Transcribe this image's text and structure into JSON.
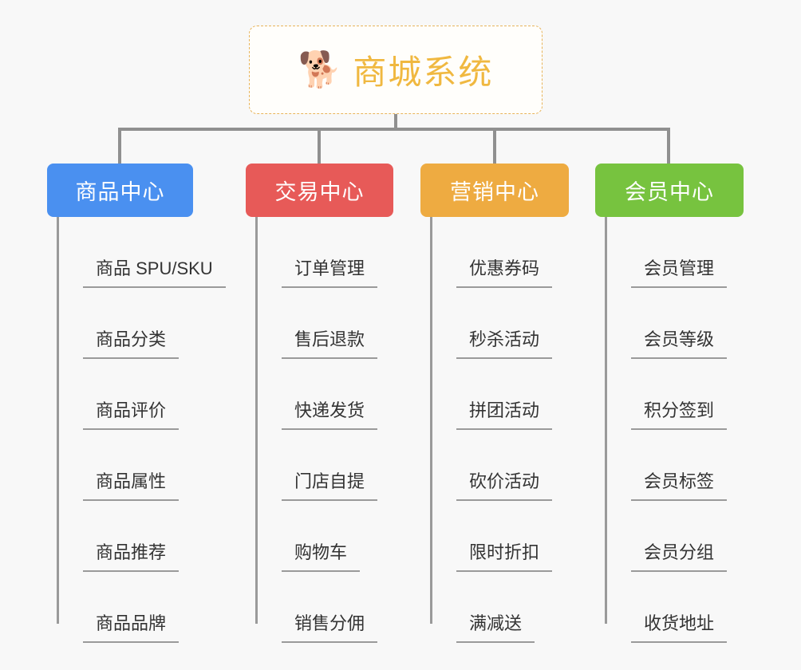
{
  "background_color": "#f8f8f8",
  "root": {
    "icon": "shiba-dog-emoji",
    "icon_glyph": "🐕",
    "title": "商城系统",
    "title_color": "#f0b840",
    "border_color": "#e8b45a"
  },
  "connector_color": "#909090",
  "columns": [
    {
      "id": "product-center",
      "label": "商品中心",
      "color": "#4a90f0",
      "items": [
        "商品 SPU/SKU",
        "商品分类",
        "商品评价",
        "商品属性",
        "商品推荐",
        "商品品牌"
      ]
    },
    {
      "id": "trade-center",
      "label": "交易中心",
      "color": "#e75a58",
      "items": [
        "订单管理",
        "售后退款",
        "快递发货",
        "门店自提",
        "购物车",
        "销售分佣"
      ]
    },
    {
      "id": "marketing-center",
      "label": "营销中心",
      "color": "#eeab41",
      "items": [
        "优惠券码",
        "秒杀活动",
        "拼团活动",
        "砍价活动",
        "限时折扣",
        "满减送"
      ]
    },
    {
      "id": "member-center",
      "label": "会员中心",
      "color": "#77c33f",
      "items": [
        "会员管理",
        "会员等级",
        "积分签到",
        "会员标签",
        "会员分组",
        "收货地址"
      ]
    }
  ]
}
